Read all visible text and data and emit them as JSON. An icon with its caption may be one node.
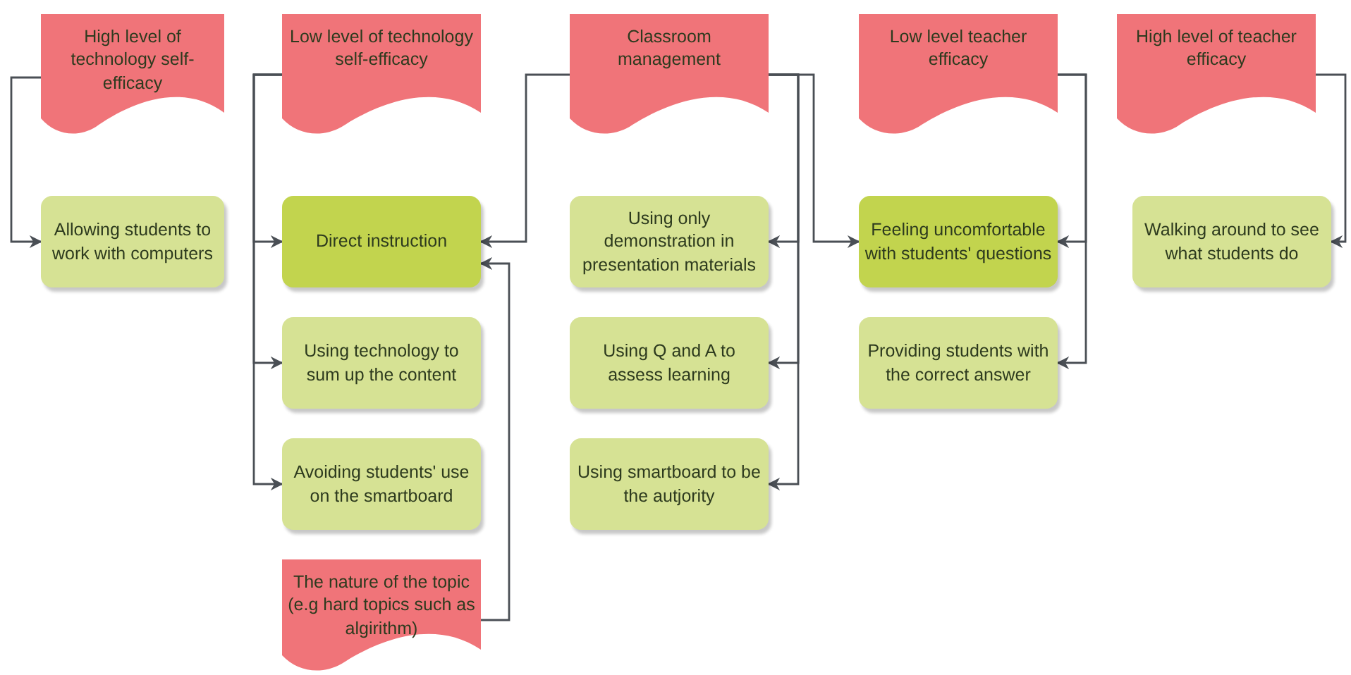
{
  "diagram": {
    "nodes": [
      {
        "text": [
          "High level of technology self-efficacy"
        ]
      },
      {
        "text": [
          "Low level of technology self-efficacy"
        ]
      },
      {
        "text": [
          "Classroom management"
        ]
      },
      {
        "text": [
          "Low level teacher efficacy"
        ]
      },
      {
        "text": [
          "High level of teacher efficacy"
        ]
      },
      {
        "text": [
          "Allowing students to work with computers"
        ]
      },
      {
        "text": [
          "Direct instruction"
        ]
      },
      {
        "text": [
          "Using technology to sum up the content"
        ]
      },
      {
        "text": [
          "Avoiding students' use on the smartboard"
        ]
      },
      {
        "text": [
          "The nature of the topic (e.g hard topics such as algirithm)"
        ]
      },
      {
        "text": [
          "Using only demonstration in presentation materials"
        ]
      },
      {
        "text": [
          "Using Q and A to assess learning"
        ]
      },
      {
        "text": [
          "Using smartboard to be the autjority"
        ]
      },
      {
        "text": [
          "Feeling uncomfortable with students' questions"
        ]
      },
      {
        "text": [
          "Providing students with the correct answer"
        ]
      },
      {
        "text": [
          "Walking around to see what students do"
        ]
      }
    ],
    "edges": [
      {
        "from": 0,
        "to": 5,
        "arrow": "to"
      },
      {
        "from": 1,
        "to": 6,
        "arrow": "to"
      },
      {
        "from": 1,
        "to": 7,
        "arrow": "to"
      },
      {
        "from": 1,
        "to": 8,
        "arrow": "to"
      },
      {
        "from": 2,
        "to": 6,
        "arrow": "to"
      },
      {
        "from": 2,
        "to": 10,
        "arrow": "to"
      },
      {
        "from": 2,
        "to": 11,
        "arrow": "to"
      },
      {
        "from": 2,
        "to": 12,
        "arrow": "to"
      },
      {
        "from": 2,
        "to": 13,
        "arrow": "to"
      },
      {
        "from": 3,
        "to": 13,
        "arrow": "to"
      },
      {
        "from": 3,
        "to": 14,
        "arrow": "to"
      },
      {
        "from": 4,
        "to": 15,
        "arrow": "to"
      },
      {
        "from": 9,
        "to": 6,
        "arrow": "to"
      }
    ]
  }
}
